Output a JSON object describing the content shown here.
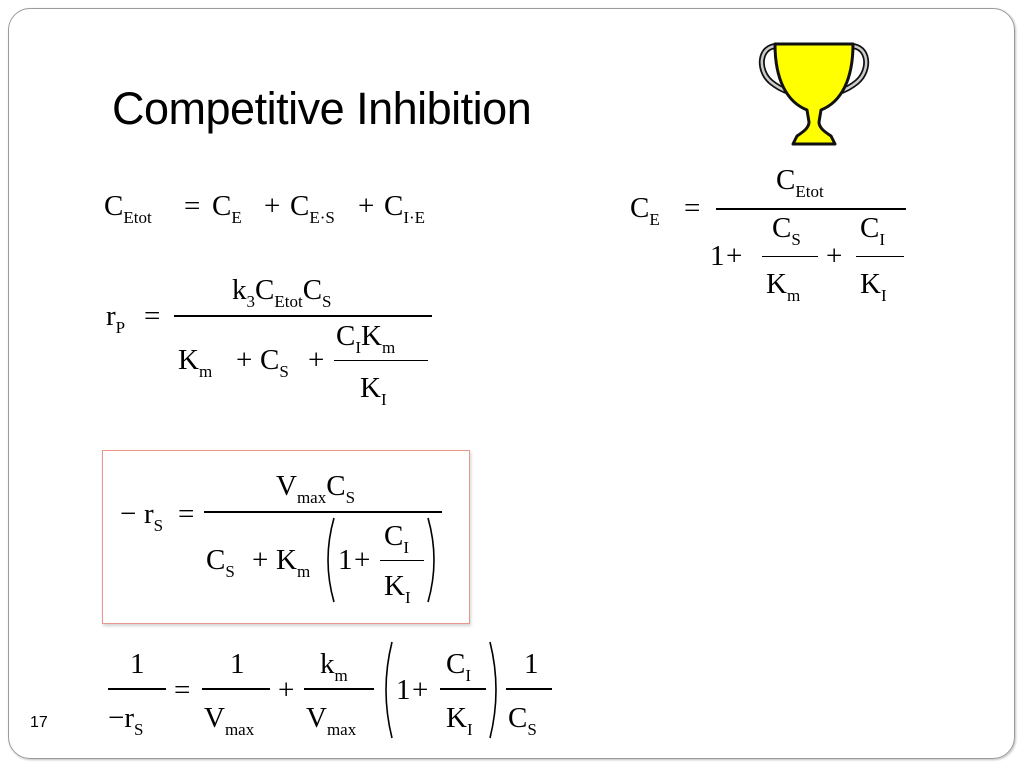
{
  "slide": {
    "title": "Competitive Inhibition",
    "number": "17",
    "accent_colors": {
      "trophy_fill": "#ffff00",
      "trophy_stroke": "#111111",
      "box_border": "#e8988a"
    },
    "icon": "trophy-icon"
  },
  "eq1": {
    "C1": "C",
    "s1": "Etot",
    "eq": "=",
    "C2": "C",
    "s2": "E",
    "plus1": "+",
    "C3": "C",
    "s3": "E·S",
    "plus2": "+",
    "C4": "C",
    "s4": "I·E"
  },
  "eq2": {
    "lhs": "r",
    "lhs_sub": "P",
    "eq": "=",
    "num_k": "k",
    "num_k_sub": "3",
    "num_C1": "C",
    "num_C1_sub": "Etot",
    "num_C2": "C",
    "num_C2_sub": "S",
    "den_K": "K",
    "den_K_sub": "m",
    "plus1": "+",
    "den_C": "C",
    "den_C_sub": "S",
    "plus2": "+",
    "inner_num_C": "C",
    "inner_num_C_sub": "I",
    "inner_num_K": "K",
    "inner_num_K_sub": "m",
    "inner_den_K": "K",
    "inner_den_K_sub": "I"
  },
  "eq3": {
    "minus": "−",
    "lhs": "r",
    "lhs_sub": "S",
    "eq": "=",
    "num_V": "V",
    "num_V_sub": "max",
    "num_C": "C",
    "num_C_sub": "S",
    "den_C": "C",
    "den_C_sub": "S",
    "plus1": "+",
    "den_K": "K",
    "den_K_sub": "m",
    "one": "1",
    "plus2": "+",
    "inner_num_C": "C",
    "inner_num_C_sub": "I",
    "inner_den_K": "K",
    "inner_den_K_sub": "I"
  },
  "eq4": {
    "lhs_num": "1",
    "lhs_den_minus": "−",
    "lhs_den_r": "r",
    "lhs_den_sub": "S",
    "eq": "=",
    "t1_num": "1",
    "t1_den_V": "V",
    "t1_den_sub": "max",
    "plus1": "+",
    "t2_num_k": "k",
    "t2_num_sub": "m",
    "t2_den_V": "V",
    "t2_den_sub": "max",
    "one": "1",
    "plus2": "+",
    "t3_num_C": "C",
    "t3_num_sub": "I",
    "t3_den_K": "K",
    "t3_den_sub": "I",
    "t4_num": "1",
    "t4_den_C": "C",
    "t4_den_sub": "S"
  },
  "eq5": {
    "lhs": "C",
    "lhs_sub": "E",
    "eq": "=",
    "num_C": "C",
    "num_C_sub": "Etot",
    "one": "1",
    "plus1": "+",
    "f1_num_C": "C",
    "f1_num_sub": "S",
    "f1_den_K": "K",
    "f1_den_sub": "m",
    "plus2": "+",
    "f2_num_C": "C",
    "f2_num_sub": "I",
    "f2_den_K": "K",
    "f2_den_sub": "I"
  }
}
